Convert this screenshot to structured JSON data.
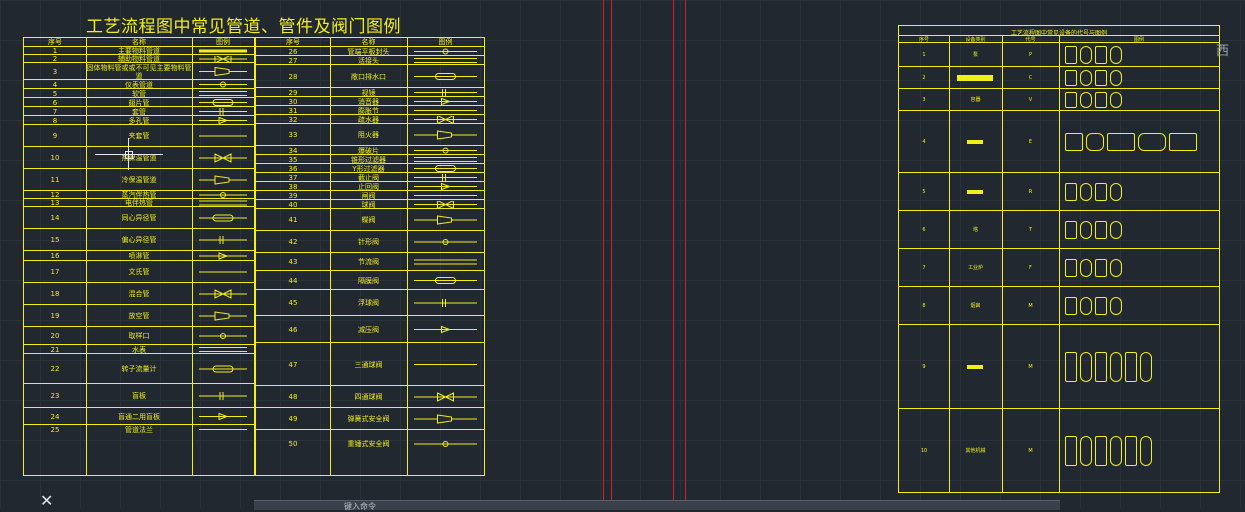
{
  "title": "工艺流程图中常见管道、管件及阀门图例",
  "left_table": {
    "headers": [
      "序号",
      "名称",
      "图例"
    ],
    "rows": [
      [
        "1",
        "主要物料管道"
      ],
      [
        "2",
        "辅助物料管道"
      ],
      [
        "3",
        "固体物料管或或不可见主要物料管道"
      ],
      [
        "4",
        "仪表管道"
      ],
      [
        "5",
        "软管"
      ],
      [
        "6",
        "翅片管"
      ],
      [
        "7",
        "套管"
      ],
      [
        "8",
        "多孔管"
      ],
      [
        "9",
        "夹套管"
      ],
      [
        "10",
        "热保温管道"
      ],
      [
        "11",
        "冷保温管道"
      ],
      [
        "12",
        "蒸汽伴热管"
      ],
      [
        "13",
        "电伴热管"
      ],
      [
        "14",
        "同心异径管"
      ],
      [
        "15",
        "偏心异径管"
      ],
      [
        "16",
        "喷淋管"
      ],
      [
        "17",
        "文氏管"
      ],
      [
        "18",
        "混合管"
      ],
      [
        "19",
        "放空管"
      ],
      [
        "20",
        "取样口"
      ],
      [
        "21",
        "水表"
      ],
      [
        "22",
        "转子流量计"
      ],
      [
        "23",
        "盲板"
      ],
      [
        "24",
        "盲通二用盲板"
      ],
      [
        "25",
        "管道法兰"
      ]
    ]
  },
  "mid_table": {
    "headers": [
      "序号",
      "名称",
      "图例"
    ],
    "rows": [
      [
        "26",
        "管端平板封头"
      ],
      [
        "27",
        "活接头"
      ],
      [
        "28",
        "敞口排水口"
      ],
      [
        "29",
        "视镜"
      ],
      [
        "30",
        "消音器"
      ],
      [
        "31",
        "膨胀节"
      ],
      [
        "32",
        "疏水器"
      ],
      [
        "33",
        "阻火器"
      ],
      [
        "34",
        "爆破片"
      ],
      [
        "35",
        "锥形过滤器"
      ],
      [
        "36",
        "Y形过滤器"
      ],
      [
        "37",
        "截止阀"
      ],
      [
        "38",
        "止回阀"
      ],
      [
        "39",
        "闸阀"
      ],
      [
        "40",
        "球阀"
      ],
      [
        "41",
        "蝶阀"
      ],
      [
        "42",
        "针形阀"
      ],
      [
        "43",
        "节流阀"
      ],
      [
        "44",
        "隔膜阀"
      ],
      [
        "45",
        "浮球阀"
      ],
      [
        "46",
        "减压阀"
      ],
      [
        "47",
        "三通球阀"
      ],
      [
        "48",
        "四通球阀"
      ],
      [
        "49",
        "弹簧式安全阀"
      ],
      [
        "50",
        "重锤式安全阀"
      ]
    ]
  },
  "right_table": {
    "title": "工艺流程图中常见设备的代号与图例",
    "headers": [
      "序号",
      "设备类别",
      "代号",
      "图例"
    ],
    "rows": [
      [
        "1",
        "泵",
        "P"
      ],
      [
        "2",
        "",
        "C"
      ],
      [
        "3",
        "容器",
        "V"
      ],
      [
        "4",
        "",
        "E"
      ],
      [
        "5",
        "",
        "R"
      ],
      [
        "6",
        "塔",
        "T"
      ],
      [
        "7",
        "工业炉",
        "F"
      ],
      [
        "8",
        "烟囱",
        "M"
      ],
      [
        "9",
        "",
        "M"
      ],
      [
        "10",
        "其他机械",
        "M"
      ]
    ]
  },
  "command_line": {
    "placeholder": "键入命令"
  },
  "viewcube": {
    "label": "西"
  },
  "colors": {
    "background": "#212830",
    "lines": "#f2ee1c",
    "accent": "#d0202a"
  }
}
